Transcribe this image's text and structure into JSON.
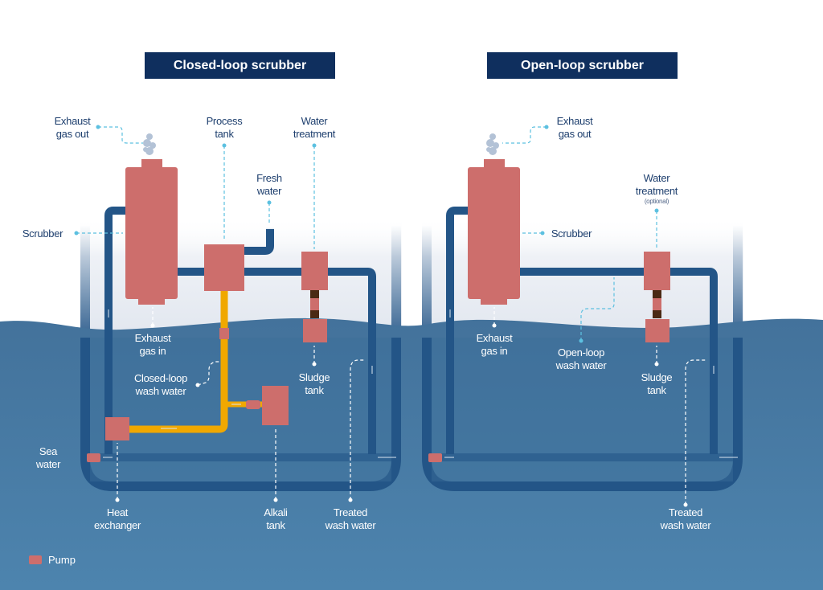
{
  "colors": {
    "sea": "#4a7fa8",
    "sea_dark": "#3c6e9a",
    "pipe": "#235587",
    "component": "#cd6e6c",
    "closed_loop_pipe": "#f0a800",
    "sludge_connector": "#4a2a14",
    "title_bg": "#0f2f5e",
    "label_dark": "#1e3f6e",
    "leader": "#5cc0e0"
  },
  "closed_loop": {
    "title": "Closed-loop scrubber",
    "labels": {
      "exhaust_out": [
        "Exhaust",
        "gas out"
      ],
      "process_tank": [
        "Process",
        "tank"
      ],
      "water_treatment": [
        "Water",
        "treatment"
      ],
      "fresh_water": [
        "Fresh",
        "water"
      ],
      "scrubber": "Scrubber",
      "exhaust_in": [
        "Exhaust",
        "gas in"
      ],
      "wash_water": [
        "Closed-loop",
        "wash water"
      ],
      "sludge_tank": [
        "Sludge",
        "tank"
      ],
      "sea_water": [
        "Sea",
        "water"
      ],
      "heat_exchanger": [
        "Heat",
        "exchanger"
      ],
      "alkali_tank": [
        "Alkali",
        "tank"
      ],
      "treated": [
        "Treated",
        "wash water"
      ]
    }
  },
  "open_loop": {
    "title": "Open-loop scrubber",
    "labels": {
      "exhaust_out": [
        "Exhaust",
        "gas out"
      ],
      "water_treatment": [
        "Water",
        "treatment"
      ],
      "water_treatment_note": "(optional)",
      "scrubber": "Scrubber",
      "exhaust_in": [
        "Exhaust",
        "gas in"
      ],
      "wash_water": [
        "Open-loop",
        "wash water"
      ],
      "sludge_tank": [
        "Sludge",
        "tank"
      ],
      "treated": [
        "Treated",
        "wash water"
      ]
    }
  },
  "legend": {
    "pump_label": "Pump",
    "pump_icon": "pump-swatch"
  }
}
